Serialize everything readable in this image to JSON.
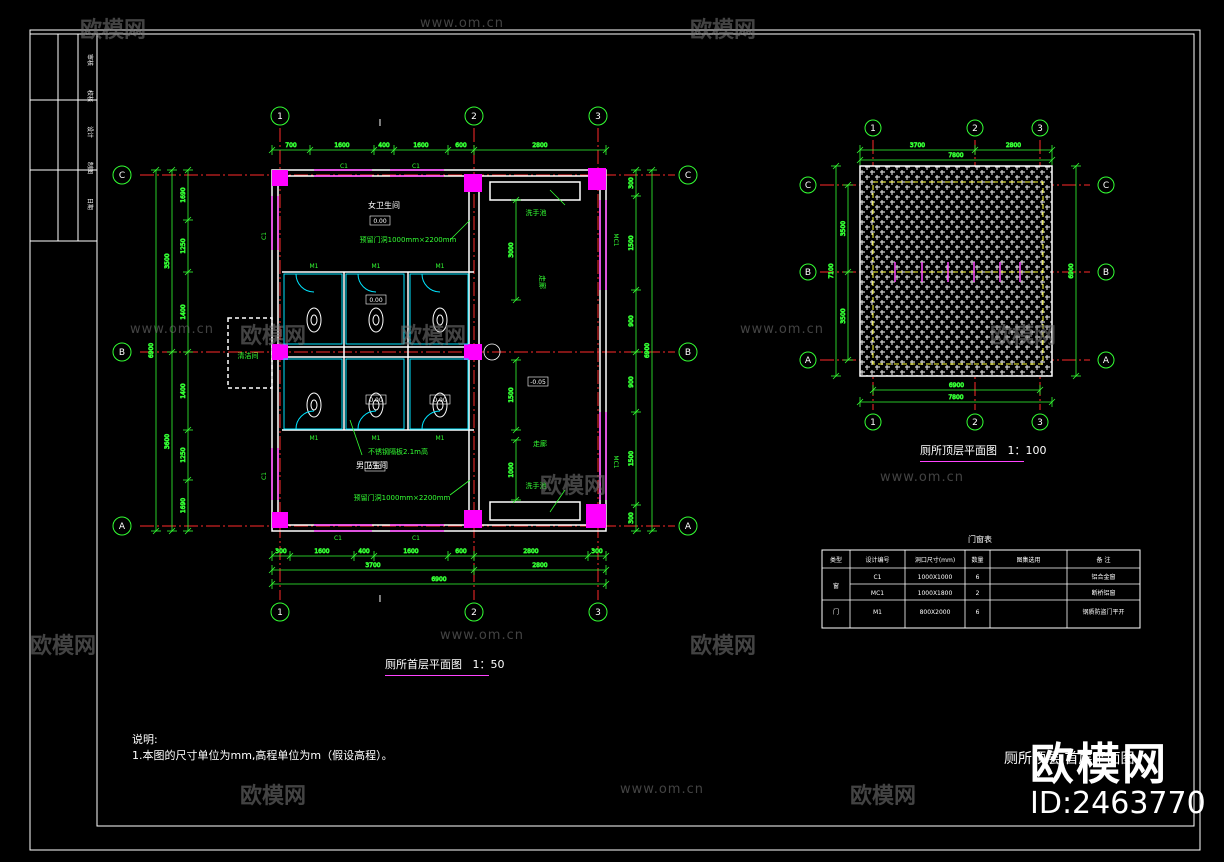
{
  "drawing": {
    "ground_plan": {
      "title": "厕所首层平面图",
      "scale": "1：50",
      "grid_cols": [
        "1",
        "2",
        "3"
      ],
      "grid_rows": [
        "C",
        "B",
        "A"
      ],
      "section_mark": "I",
      "top_dims": [
        "700",
        "1600",
        "400",
        "1600",
        "600",
        "2800"
      ],
      "bottom_dims": [
        "300",
        "1600",
        "400",
        "1600",
        "600",
        "2800",
        "300"
      ],
      "bottom_sub_dims": [
        "3700",
        "2800"
      ],
      "bottom_total": "6900",
      "left_dims": [
        "1690",
        "1250",
        "1400",
        "1400",
        "1250",
        "1690"
      ],
      "left_sub_dims": [
        "3500",
        "3600"
      ],
      "left_total": "6900",
      "right_dims": [
        "300",
        "1500",
        "900",
        "900",
        "1500",
        "300"
      ],
      "right_total": "6900",
      "labels": {
        "female": "女卫生间",
        "male": "男卫生间",
        "opening_f": "预留门洞1000mm×2200mm",
        "opening_m": "预留门洞1000mm×2200mm",
        "level_f": "0.00",
        "level_m": "0.00",
        "level_b": "-0.05",
        "corridor_1": "走廊",
        "corridor_2": "走廊",
        "cleaning": "清洁间",
        "sink_1": "洗手池",
        "sink_2": "洗手池",
        "partition": "不锈钢隔板2.1m高",
        "door_m1": "M1",
        "window_c1": "C1",
        "window_mc1": "MC1",
        "stall_level": "0.00",
        "dim_3000": "3000",
        "dim_1500": "1500",
        "dim_1000": "1000"
      }
    },
    "roof_plan": {
      "title": "厕所顶层平面图",
      "scale": "1：100",
      "grid_cols": [
        "1",
        "2",
        "3"
      ],
      "grid_rows": [
        "C",
        "B",
        "A"
      ],
      "top_dims": [
        "3700",
        "2800"
      ],
      "top_total": "7800",
      "bottom_dims": [
        "6900"
      ],
      "bottom_total": "7800",
      "left_dims": [
        "3500",
        "3500"
      ],
      "left_total": "7100",
      "right_total": "6900"
    },
    "schedule": {
      "title": "门窗表",
      "headers": [
        "类型",
        "设计编号",
        "洞口尺寸(mm)",
        "数量",
        "图集选用",
        "备 注"
      ],
      "rows": [
        [
          "窗",
          "C1",
          "1000X1000",
          "6",
          "",
          "铝合金窗"
        ],
        [
          "",
          "MC1",
          "1000X1800",
          "2",
          "",
          "断桥铝窗"
        ],
        [
          "门",
          "M1",
          "800X2000",
          "6",
          "",
          "钢质防盗门平开"
        ]
      ]
    },
    "notes": {
      "title": "说明:",
      "lines": [
        "1.本图的尺寸单位为mm,高程单位为m（假设高程）。"
      ]
    },
    "sheet_title": "厕所顶层,首层平面图",
    "brand": "欧模网",
    "doc_id": "ID:2463770",
    "watermark_brand": "欧模网",
    "watermark_url": "www.om.cn",
    "title_block": [
      "审核",
      "校核",
      "设计",
      "制图",
      "日期"
    ]
  },
  "colors": {
    "background": "#000000",
    "grid_line": "#ff2a2a",
    "dimension": "#33ff33",
    "wall": "#ffffff",
    "window": "#ff44ff",
    "column": "#ff00ff",
    "fixture": "#00e5ff",
    "hatch": "#c8c8c8",
    "text": "#ffffff"
  }
}
